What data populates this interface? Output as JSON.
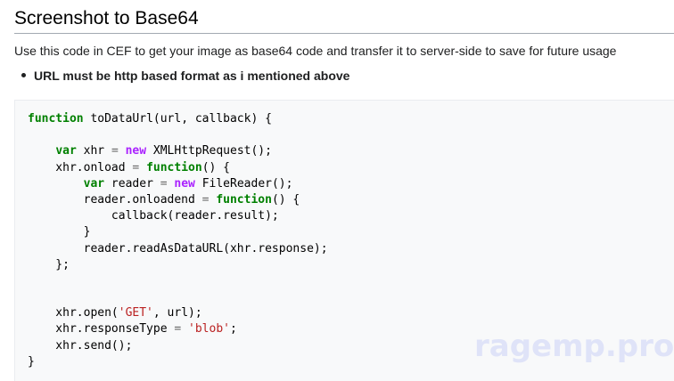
{
  "heading": {
    "title": "Screenshot to Base64"
  },
  "intro": {
    "text": "Use this code in CEF to get your image as base64 code and transfer it to server-side to save for future usage"
  },
  "notes": [
    "URL must be http based format as i mentioned above"
  ],
  "code_block": {
    "language": "javascript",
    "colors": {
      "keyword": "#008000",
      "new_keyword": "#aa22ff",
      "string": "#ba2121",
      "operator": "#666666",
      "background": "#f8f9fa"
    },
    "lines": [
      [
        {
          "t": "keyword",
          "v": "function"
        },
        {
          "t": "plain",
          "v": " toDataUrl(url, callback) {"
        }
      ],
      [],
      [
        {
          "t": "plain",
          "v": "    "
        },
        {
          "t": "keyword",
          "v": "var"
        },
        {
          "t": "plain",
          "v": " xhr "
        },
        {
          "t": "op",
          "v": "="
        },
        {
          "t": "plain",
          "v": " "
        },
        {
          "t": "new",
          "v": "new"
        },
        {
          "t": "plain",
          "v": " XMLHttpRequest();"
        }
      ],
      [
        {
          "t": "plain",
          "v": "    xhr.onload "
        },
        {
          "t": "op",
          "v": "="
        },
        {
          "t": "plain",
          "v": " "
        },
        {
          "t": "keyword",
          "v": "function"
        },
        {
          "t": "plain",
          "v": "() {"
        }
      ],
      [
        {
          "t": "plain",
          "v": "        "
        },
        {
          "t": "keyword",
          "v": "var"
        },
        {
          "t": "plain",
          "v": " reader "
        },
        {
          "t": "op",
          "v": "="
        },
        {
          "t": "plain",
          "v": " "
        },
        {
          "t": "new",
          "v": "new"
        },
        {
          "t": "plain",
          "v": " FileReader();"
        }
      ],
      [
        {
          "t": "plain",
          "v": "        reader.onloadend "
        },
        {
          "t": "op",
          "v": "="
        },
        {
          "t": "plain",
          "v": " "
        },
        {
          "t": "keyword",
          "v": "function"
        },
        {
          "t": "plain",
          "v": "() {"
        }
      ],
      [
        {
          "t": "plain",
          "v": "            callback(reader.result);"
        }
      ],
      [
        {
          "t": "plain",
          "v": "        }"
        }
      ],
      [
        {
          "t": "plain",
          "v": "        reader.readAsDataURL(xhr.response);"
        }
      ],
      [
        {
          "t": "plain",
          "v": "    };"
        }
      ],
      [],
      [],
      [
        {
          "t": "plain",
          "v": "    xhr.open("
        },
        {
          "t": "string",
          "v": "'GET'"
        },
        {
          "t": "plain",
          "v": ", url);"
        }
      ],
      [
        {
          "t": "plain",
          "v": "    xhr.responseType "
        },
        {
          "t": "op",
          "v": "="
        },
        {
          "t": "plain",
          "v": " "
        },
        {
          "t": "string",
          "v": "'blob'"
        },
        {
          "t": "plain",
          "v": ";"
        }
      ],
      [
        {
          "t": "plain",
          "v": "    xhr.send();"
        }
      ],
      [
        {
          "t": "plain",
          "v": "}"
        }
      ]
    ]
  },
  "watermark": {
    "text": "ragemp.pro"
  }
}
